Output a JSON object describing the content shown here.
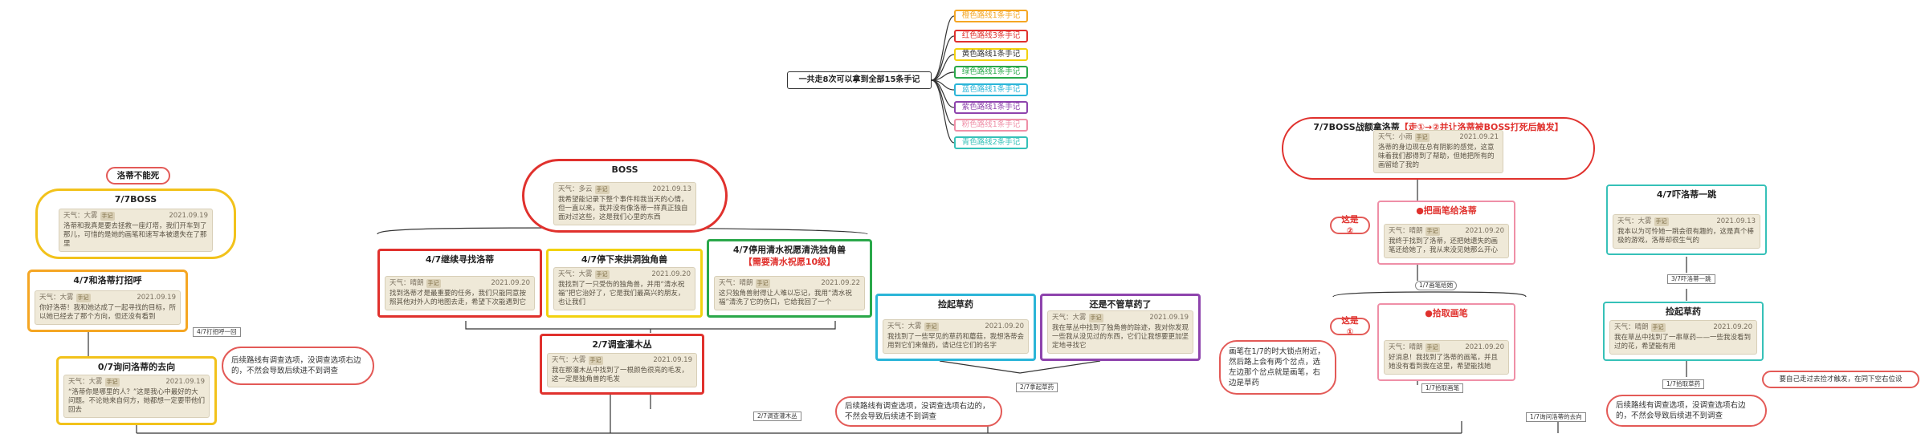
{
  "root": {
    "label": "一共走8次可以拿到全部15条手记"
  },
  "legend": [
    {
      "label": "橙色路线1条手记",
      "color": "#f5a623"
    },
    {
      "label": "红色路线3条手记",
      "color": "#e0312d"
    },
    {
      "label": "黄色路线1条手记",
      "color": "#f2d20f"
    },
    {
      "label": "绿色路线1条手记",
      "color": "#2aa84a"
    },
    {
      "label": "蓝色路线1条手记",
      "color": "#2bb5d8"
    },
    {
      "label": "紫色路线1条手记",
      "color": "#8e44ad"
    },
    {
      "label": "粉色路线1条手记",
      "color": "#ef8fa7"
    },
    {
      "label": "青色路线2条手记",
      "color": "#36c1b8"
    }
  ],
  "left": {
    "header": "洛蒂不能死",
    "boss": {
      "title": "7/7BOSS",
      "weather": "天气：大雾",
      "date": "2021.09.19",
      "text": "洛蒂和我真是要去拯救一座灯塔，我们开车到了那儿，可惜的是她的画笔和速写本被遗失在了那里"
    },
    "greet": {
      "title": "4/7和洛蒂打招呼",
      "weather": "天气：大雾",
      "date": "2021.09.19",
      "text": "你好洛蒂！我和她达成了一起寻找的目标，所以她已经去了那个方向，但还没有看到"
    },
    "tag_one": "4/7打招呼一回",
    "ask": {
      "title": "0/7询问洛蒂的去向",
      "weather": "天气：大雾",
      "date": "2021.09.19",
      "text": "“洛蒂你是哪里的人？”这是我心中最好的大问题。不论她来自何方，她都想一定要带他们回去"
    },
    "ask_note": "后续路线有调查选项，没调查选项右边的，不然会导致后续进不到调查"
  },
  "mid": {
    "boss": {
      "title": "BOSS",
      "weather": "天气：多云",
      "date": "2021.09.13",
      "text": "我希望能记录下整个事件和我当天的心情，但一直以来，我并没有像洛蒂一样真正独自面对过这些，这是我们心里的东西"
    },
    "c1": {
      "title": "4/7继续寻找洛蒂",
      "weather": "天气：晴朗",
      "date": "2021.09.20",
      "text": "找到洛蒂才是最重要的任务，我们只能同意按照其他对外人的地图去走，希望下次能遇到它"
    },
    "c2": {
      "title": "4/7停下来拱洞独角兽",
      "weather": "天气：大雾",
      "date": "2021.09.20",
      "text": "我找到了一只受伤的独角兽，并用“清水祝福”把它治好了，它是我们最高兴的朋友，也让我们"
    },
    "c3": {
      "title": "4/7停用清水祝愿清洗独角兽",
      "sub": "【需要清水祝愿10级】",
      "weather": "天气：晴朗",
      "date": "2021.09.22",
      "text": "这只独角兽射得让人难以忘记，我用“清水祝福”清洗了它的伤口，它给我回了一个"
    },
    "c4": {
      "title": "2/7调查灌木丛",
      "weather": "天气：大雾",
      "date": "2021.09.19",
      "text": "我在那灌木丛中找到了一根颜色很亮的毛发，这一定是独角兽的毛发"
    },
    "tag_one": "2/7调查灌木丛",
    "note": "后续路线有调查选项，没调查选项右边的，不然会导致后续进不到调查"
  },
  "center": {
    "c1": {
      "title": "捡起草药",
      "weather": "天气：大雾",
      "date": "2021.09.20",
      "text": "我找到了一些罕见的草药和蘑菇，我想洛蒂会用到它们来做药，请记住它们的名字"
    },
    "c2": {
      "title": "还是不管草药了",
      "weather": "天气：大雾",
      "date": "2021.09.19",
      "text": "我在草丛中找到了独角兽的踪迹，我对你发现一些我从没见过的东西，它们让我想要更加坚定地寻找它"
    },
    "tag": "2/7拿起草药"
  },
  "right": {
    "boss": {
      "title": "7/7BOSS战额拿洛蒂",
      "sub": "【走①→②并让洛蒂被BOSS打死后触发】",
      "weather": "天气：小雨",
      "date": "2021.09.21",
      "text": "洛蒂的身边现在总有阴影的感觉，这意味着我们都得到了帮助，但她把所有的画留给了我的"
    },
    "pink": {
      "title": "●把画笔给洛蒂",
      "tag": "这是②",
      "weather": "天气：晴朗",
      "date": "2021.09.20",
      "text": "我终于找到了洛蒂，还把她遗失的画笔还给她了，我从来没见她那么开心"
    },
    "tag_two": "1/7画笔给她",
    "pick": {
      "title": "●拾取画笔",
      "tag": "这是①",
      "weather": "天气：晴朗",
      "date": "2021.09.20",
      "text": "好消息！我找到了洛蒂的画笔，并且她没有看到我在这里，希望能找她"
    },
    "hint": "画笔在1/7的时大锁点附近，然后路上会有两个岔点，选左边那个岔点就是画笔，右边是草药",
    "tag_three": "1/7拾取画笔",
    "teal1": {
      "title": "4/7吓洛蒂一跳",
      "weather": "天气：大雾",
      "date": "2021.09.13",
      "text": "我本以为可怜她一跳会很有趣的，这是真个棒极的游戏，洛蒂却很生气的"
    },
    "tag_four": "3/7吓洛蒂一跳",
    "teal2": {
      "title": "捡起草药",
      "weather": "天气：晴朗",
      "date": "2021.09.20",
      "text": "我在草丛中找到了一串草药——一些我没看到过的花，希望能有用"
    },
    "tag_five": "1/7拾取草药",
    "note_top": "要自己走过去捡才触发，在同下空右位设",
    "note": "后续路线有调查选项，没调查选项右边的，不然会导致后续进不到调查",
    "tag_six": "1/7询问洛蒂的去向"
  }
}
